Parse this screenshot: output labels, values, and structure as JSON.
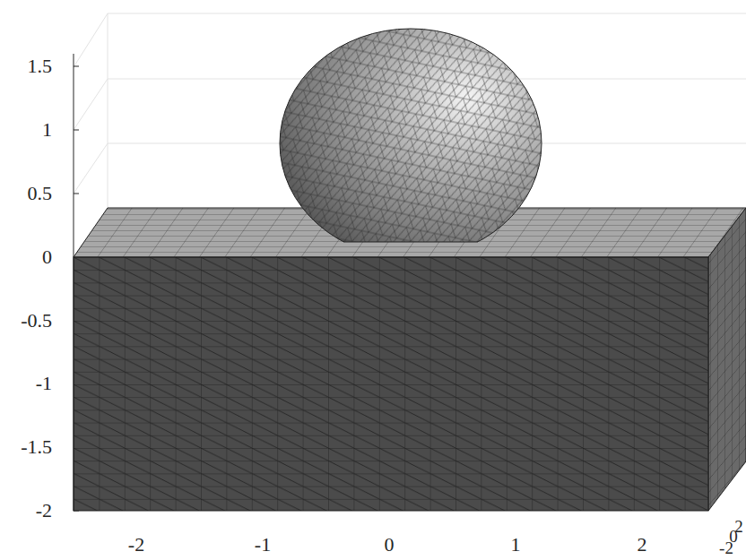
{
  "diagram": {
    "labels": [
      "1.5",
      "1",
      "0.5",
      "0",
      "-0.5",
      "-1",
      "-1.5",
      "-2",
      "-2",
      "-1",
      "0",
      "1",
      "2",
      "-2",
      "0",
      "2"
    ]
  }
}
